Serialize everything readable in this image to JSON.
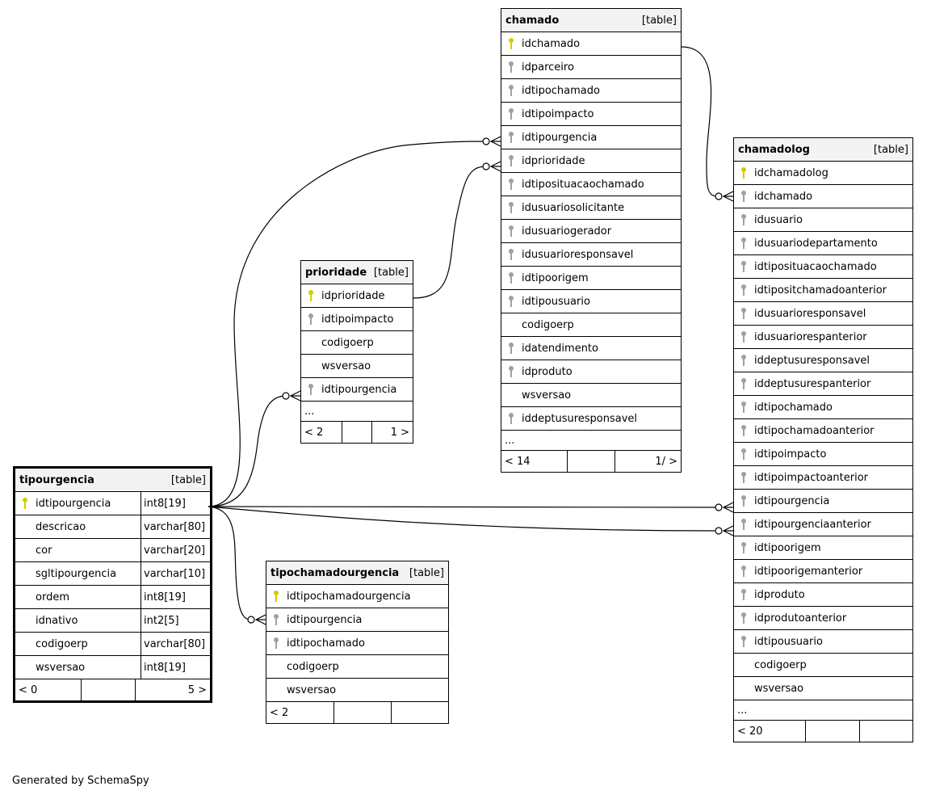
{
  "footer_text": "Generated by SchemaSpy",
  "icon_colors": {
    "primary_key": "#d8c800",
    "foreign_key": "#a0a0a0"
  },
  "tables": {
    "chamado": {
      "name": "chamado",
      "kind": "[table]",
      "columns": [
        {
          "name": "idchamado",
          "icon": "primary-key-icon"
        },
        {
          "name": "idparceiro",
          "icon": "foreign-key-icon"
        },
        {
          "name": "idtipochamado",
          "icon": "foreign-key-icon"
        },
        {
          "name": "idtipoimpacto",
          "icon": "foreign-key-icon"
        },
        {
          "name": "idtipourgencia",
          "icon": "foreign-key-icon"
        },
        {
          "name": "idprioridade",
          "icon": "foreign-key-icon"
        },
        {
          "name": "idtiposituacaochamado",
          "icon": "foreign-key-icon"
        },
        {
          "name": "idusuariosolicitante",
          "icon": "foreign-key-icon"
        },
        {
          "name": "idusuariogerador",
          "icon": "foreign-key-icon"
        },
        {
          "name": "idusuarioresponsavel",
          "icon": "foreign-key-icon"
        },
        {
          "name": "idtipoorigem",
          "icon": "foreign-key-icon"
        },
        {
          "name": "idtipousuario",
          "icon": "foreign-key-icon"
        },
        {
          "name": "codigoerp",
          "icon": ""
        },
        {
          "name": "idatendimento",
          "icon": "foreign-key-icon"
        },
        {
          "name": "idproduto",
          "icon": "foreign-key-icon"
        },
        {
          "name": "wsversao",
          "icon": ""
        },
        {
          "name": "iddeptusuresponsavel",
          "icon": "foreign-key-icon"
        }
      ],
      "more": "...",
      "footer": [
        "< 14",
        "",
        "1/ >"
      ]
    },
    "chamadolog": {
      "name": "chamadolog",
      "kind": "[table]",
      "columns": [
        {
          "name": "idchamadolog",
          "icon": "primary-key-icon"
        },
        {
          "name": "idchamado",
          "icon": "foreign-key-icon"
        },
        {
          "name": "idusuario",
          "icon": "foreign-key-icon"
        },
        {
          "name": "idusuariodepartamento",
          "icon": "foreign-key-icon"
        },
        {
          "name": "idtiposituacaochamado",
          "icon": "foreign-key-icon"
        },
        {
          "name": "idtipositchamadoanterior",
          "icon": "foreign-key-icon"
        },
        {
          "name": "idusuarioresponsavel",
          "icon": "foreign-key-icon"
        },
        {
          "name": "idusuariorespanterior",
          "icon": "foreign-key-icon"
        },
        {
          "name": "iddeptusuresponsavel",
          "icon": "foreign-key-icon"
        },
        {
          "name": "iddeptusurespanterior",
          "icon": "foreign-key-icon"
        },
        {
          "name": "idtipochamado",
          "icon": "foreign-key-icon"
        },
        {
          "name": "idtipochamadoanterior",
          "icon": "foreign-key-icon"
        },
        {
          "name": "idtipoimpacto",
          "icon": "foreign-key-icon"
        },
        {
          "name": "idtipoimpactoanterior",
          "icon": "foreign-key-icon"
        },
        {
          "name": "idtipourgencia",
          "icon": "foreign-key-icon"
        },
        {
          "name": "idtipourgenciaanterior",
          "icon": "foreign-key-icon"
        },
        {
          "name": "idtipoorigem",
          "icon": "foreign-key-icon"
        },
        {
          "name": "idtipoorigemanterior",
          "icon": "foreign-key-icon"
        },
        {
          "name": "idproduto",
          "icon": "foreign-key-icon"
        },
        {
          "name": "idprodutoanterior",
          "icon": "foreign-key-icon"
        },
        {
          "name": "idtipousuario",
          "icon": "foreign-key-icon"
        },
        {
          "name": "codigoerp",
          "icon": ""
        },
        {
          "name": "wsversao",
          "icon": ""
        }
      ],
      "more": "...",
      "footer": [
        "< 20",
        "",
        ""
      ]
    },
    "prioridade": {
      "name": "prioridade",
      "kind": "[table]",
      "columns": [
        {
          "name": "idprioridade",
          "icon": "primary-key-icon"
        },
        {
          "name": "idtipoimpacto",
          "icon": "foreign-key-icon"
        },
        {
          "name": "codigoerp",
          "icon": ""
        },
        {
          "name": "wsversao",
          "icon": ""
        },
        {
          "name": "idtipourgencia",
          "icon": "foreign-key-icon"
        }
      ],
      "more": "...",
      "footer": [
        "< 2",
        "",
        "1 >"
      ]
    },
    "tipourgencia": {
      "name": "tipourgencia",
      "kind": "[table]",
      "columns": [
        {
          "name": "idtipourgencia",
          "type": "int8[19]",
          "icon": "primary-key-icon"
        },
        {
          "name": "descricao",
          "type": "varchar[80]",
          "icon": ""
        },
        {
          "name": "cor",
          "type": "varchar[20]",
          "icon": ""
        },
        {
          "name": "sgltipourgencia",
          "type": "varchar[10]",
          "icon": ""
        },
        {
          "name": "ordem",
          "type": "int8[19]",
          "icon": ""
        },
        {
          "name": "idnativo",
          "type": "int2[5]",
          "icon": ""
        },
        {
          "name": "codigoerp",
          "type": "varchar[80]",
          "icon": ""
        },
        {
          "name": "wsversao",
          "type": "int8[19]",
          "icon": ""
        }
      ],
      "footer": [
        "< 0",
        "",
        "5 >"
      ]
    },
    "tipochamadourgencia": {
      "name": "tipochamadourgencia",
      "kind": "[table]",
      "columns": [
        {
          "name": "idtipochamadourgencia",
          "icon": "primary-key-icon"
        },
        {
          "name": "idtipourgencia",
          "icon": "foreign-key-icon"
        },
        {
          "name": "idtipochamado",
          "icon": "foreign-key-icon"
        },
        {
          "name": "codigoerp",
          "icon": ""
        },
        {
          "name": "wsversao",
          "icon": ""
        }
      ],
      "footer": [
        "< 2",
        "",
        ""
      ]
    }
  },
  "relationships": [
    {
      "from": "chamado.idchamado",
      "to": "chamadolog.idchamado"
    },
    {
      "from": "prioridade.idprioridade",
      "to": "chamado.idprioridade"
    },
    {
      "from": "tipourgencia.idtipourgencia",
      "to": "chamado.idtipourgencia"
    },
    {
      "from": "tipourgencia.idtipourgencia",
      "to": "prioridade.idtipourgencia"
    },
    {
      "from": "tipourgencia.idtipourgencia",
      "to": "chamadolog.idtipourgencia"
    },
    {
      "from": "tipourgencia.idtipourgencia",
      "to": "chamadolog.idtipourgenciaanterior"
    },
    {
      "from": "tipourgencia.idtipourgencia",
      "to": "tipochamadourgencia.idtipourgencia"
    }
  ]
}
